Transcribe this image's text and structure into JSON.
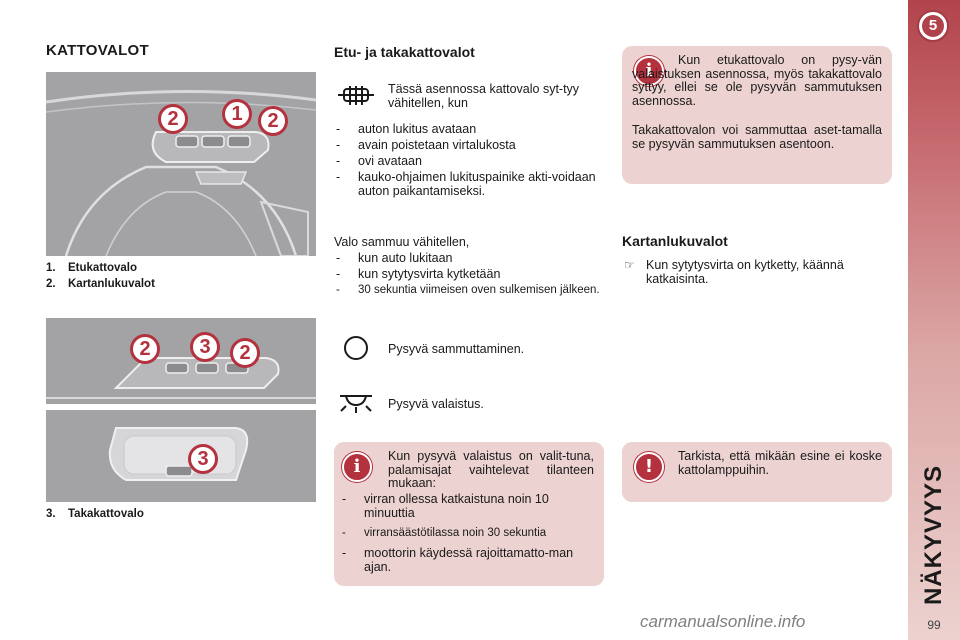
{
  "page": {
    "title": "KATTOVALOT",
    "chapter_number": "5",
    "section_vertical": "NÄKYVYYS",
    "page_number": "99",
    "watermark": "carmanualsonline.info"
  },
  "figures": {
    "top_labels": [
      "2",
      "1",
      "2"
    ],
    "bottom_labels": [
      "2",
      "3",
      "2"
    ],
    "rear_label": "3"
  },
  "captions": [
    {
      "num": "1.",
      "text": "Etukattovalo"
    },
    {
      "num": "2.",
      "text": "Kartanlukuvalot"
    },
    {
      "num": "3.",
      "text": "Takakattovalo"
    }
  ],
  "front_rear": {
    "heading": "Etu- ja takakattovalot",
    "door_mode_text": "Tässä asennossa kattovalo syt-tyy vähitellen, kun",
    "on_list": [
      "auton lukitus avataan",
      "avain poistetaan virtalukosta",
      "ovi avataan",
      "kauko-ohjaimen lukituspainike akti-voidaan auton paikantamiseksi."
    ],
    "off_intro": "Valo sammuu vähitellen,",
    "off_list": [
      "kun auto lukitaan",
      "kun sytytysvirta kytketään",
      "30 sekuntia viimeisen oven sulkemisen jälkeen."
    ],
    "permanent_off": "Pysyvä sammuttaminen.",
    "permanent_on": "Pysyvä valaistus."
  },
  "note_permanent": {
    "icon": "info-icon",
    "text": "Kun pysyvä valaistus on valit-tuna, palamisajat vaihtelevat tilanteen mukaan:",
    "items": [
      "virran ollessa katkaistuna noin 10 minuuttia",
      "virransäästötilassa noin 30 sekuntia",
      "moottorin käydessä rajoittamatto-man ajan."
    ]
  },
  "note_front": {
    "icon": "info-icon",
    "p1": "Kun etukattovalo on pysy-vän valaistuksen asennossa, myös takakattovalo syttyy, ellei se ole pysyvän sammutuksen asennossa.",
    "p2": "Takakattovalon voi sammuttaa aset-tamalla se pysyvän sammutuksen asentoon."
  },
  "map_lights": {
    "heading": "Kartanlukuvalot",
    "bullet": "Kun sytytysvirta on kytketty, käännä katkaisinta."
  },
  "warning": {
    "icon": "warning-icon",
    "text": "Tarkista, että mikään esine ei koske kattolamppuihin."
  },
  "colors": {
    "accent": "#b4313e",
    "note_background": "#ecd3d1",
    "figure_background": "#9a9a9d"
  }
}
